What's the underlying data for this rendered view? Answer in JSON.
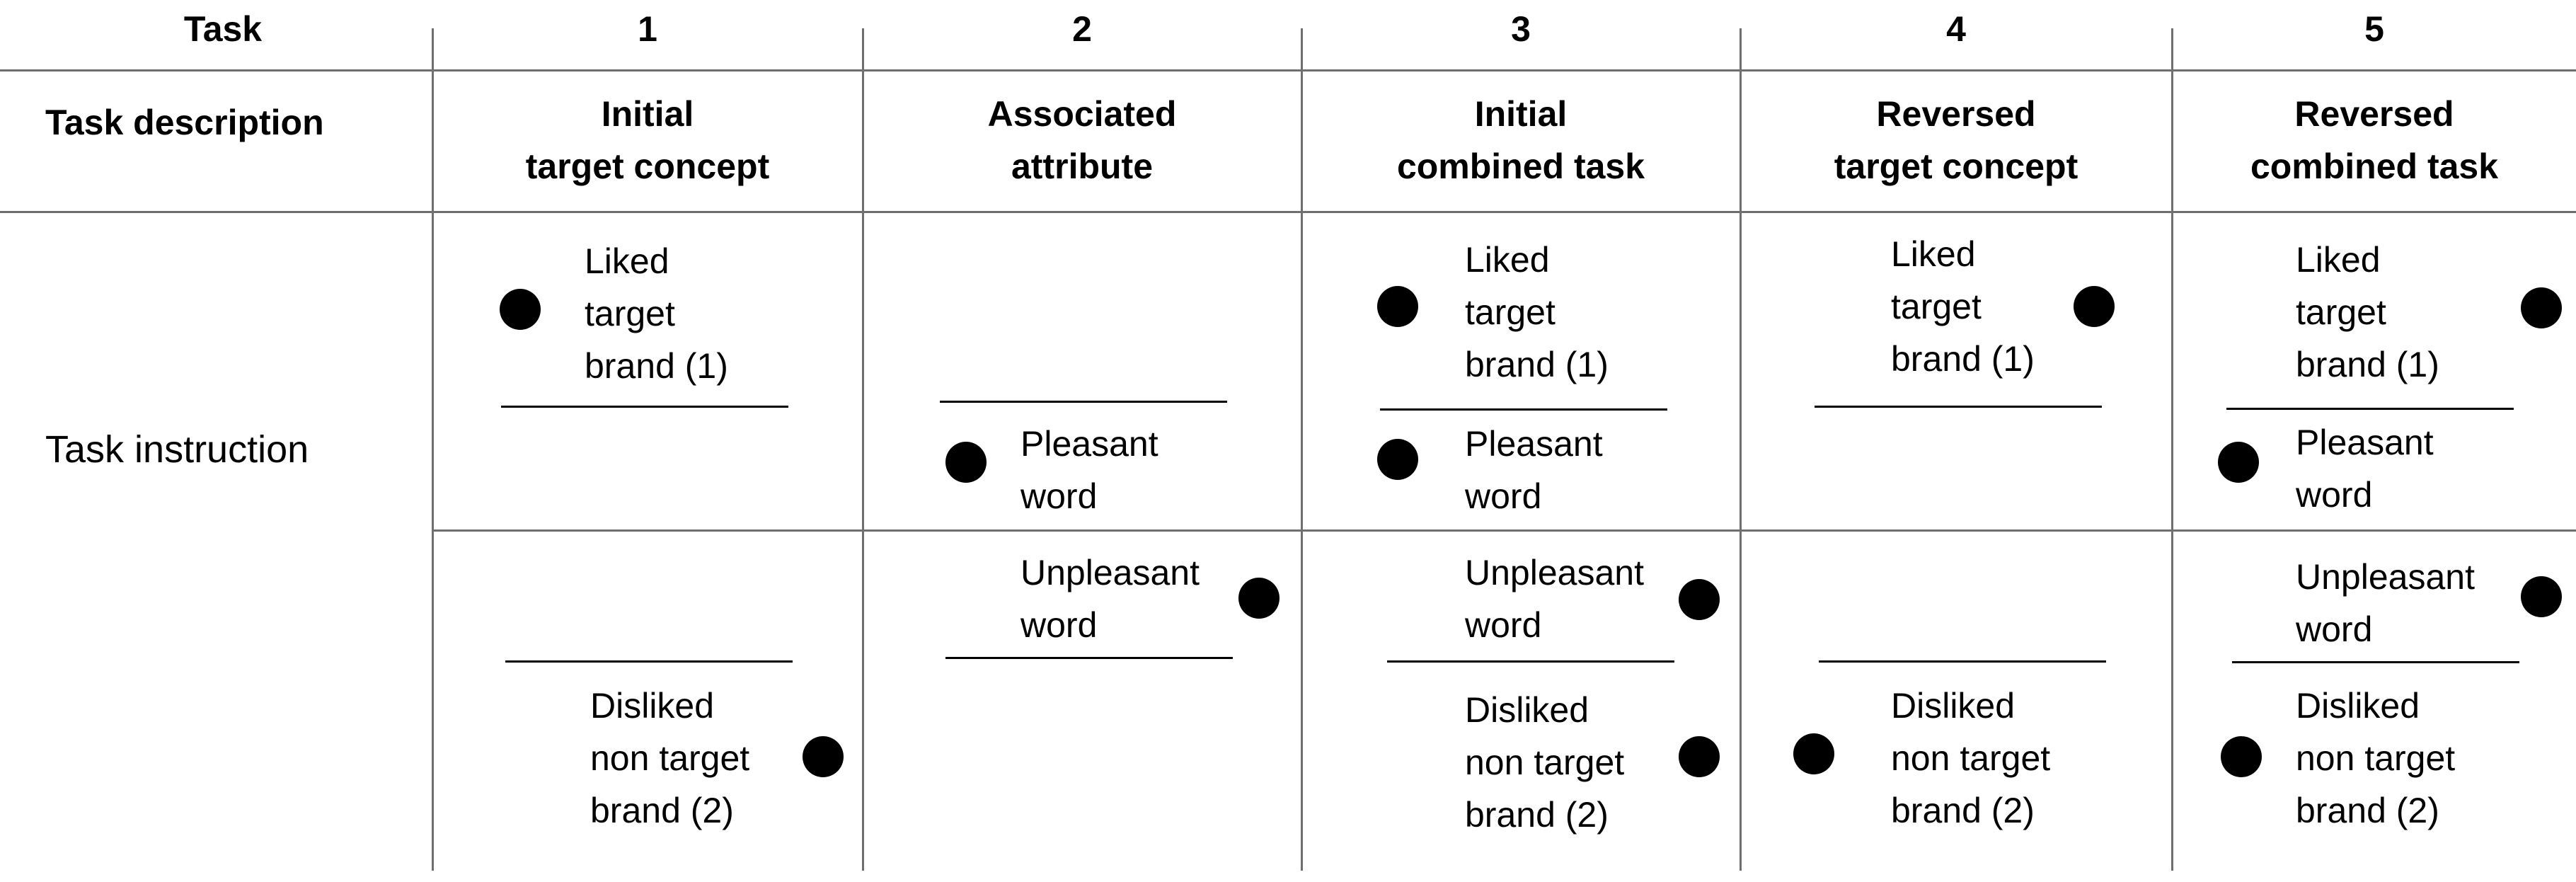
{
  "header": {
    "task_label": "Task",
    "description_label": "Task description",
    "instruction_label": "Task instruction"
  },
  "tasks": [
    {
      "number": "1",
      "description": "Initial\ntarget concept"
    },
    {
      "number": "2",
      "description": "Associated\nattribute"
    },
    {
      "number": "3",
      "description": "Initial\ncombined task"
    },
    {
      "number": "4",
      "description": "Reversed\ntarget concept"
    },
    {
      "number": "5",
      "description": "Reversed\ncombined task"
    }
  ],
  "items": {
    "liked_target_brand": "Liked\ntarget\nbrand (1)",
    "pleasant_word": "Pleasant\nword",
    "unpleasant_word": "Unpleasant\nword",
    "disliked_non_target_brand": "Disliked\nnon target\nbrand (2)"
  },
  "icons": {
    "response_key_marker": "filled-circle"
  },
  "colors": {
    "lines": "#6f6f6f",
    "markers": "#000000"
  }
}
